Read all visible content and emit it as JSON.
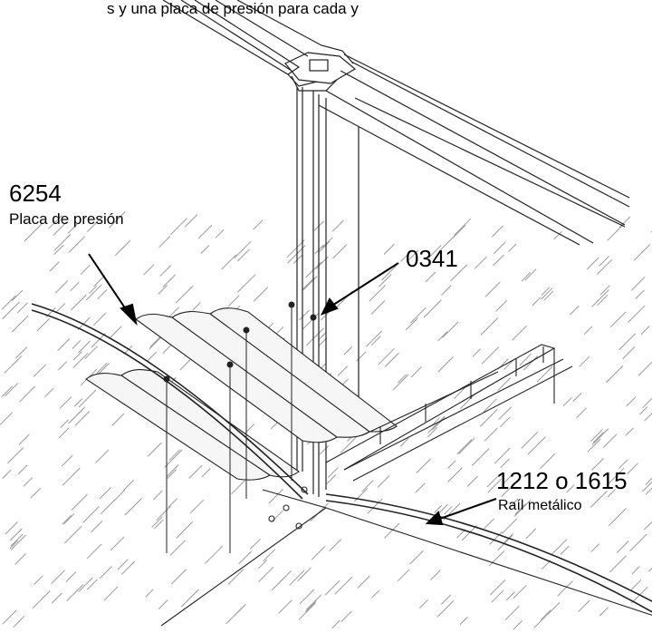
{
  "header_fragment": "s y una placa de presión para cada y",
  "callouts": {
    "pressure_plate": {
      "code": "6254",
      "description": "Placa de presión"
    },
    "screw": {
      "code": "0341"
    },
    "metal_rail": {
      "code": "1212 o 1615",
      "description": "Raíl metálico"
    }
  },
  "colors": {
    "line": "#222222",
    "hatch": "#9a9a9a",
    "background": "#ffffff"
  }
}
